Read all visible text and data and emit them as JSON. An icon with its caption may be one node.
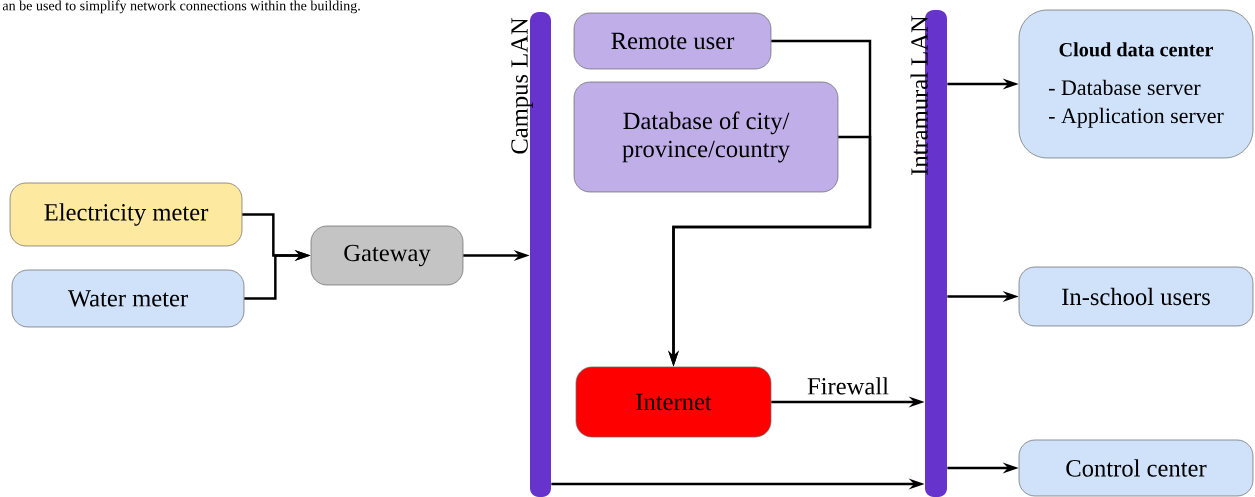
{
  "diagram": {
    "nodes": [
      {
        "text": [
          "Electricity meter"
        ]
      },
      {
        "text": [
          "Water meter"
        ]
      },
      {
        "text": [
          "Gateway"
        ]
      },
      {
        "text": [
          "Campus LAN"
        ]
      },
      {
        "text": [
          "Remote user"
        ]
      },
      {
        "text": [
          "Database of city/ province/country"
        ]
      },
      {
        "text": [
          "Internet"
        ]
      },
      {
        "text": [
          "Intramural LAN"
        ]
      },
      {
        "text": [
          "Cloud data center",
          "- Database server",
          "- Application server"
        ]
      },
      {
        "text": [
          "In-school users"
        ]
      },
      {
        "text": [
          "Control center"
        ]
      }
    ],
    "edges": [
      {
        "from": 0,
        "to": 2,
        "arrow": "to"
      },
      {
        "from": 1,
        "to": 2,
        "arrow": "to"
      },
      {
        "from": 2,
        "to": 3,
        "arrow": "to"
      },
      {
        "from": 4,
        "to": 6,
        "arrow": "to"
      },
      {
        "from": 5,
        "to": 6,
        "arrow": "to"
      },
      {
        "from": 6,
        "to": 7,
        "arrow": "to",
        "label": "Firewall"
      },
      {
        "from": 3,
        "to": 7,
        "arrow": "to"
      },
      {
        "from": 7,
        "to": 8,
        "arrow": "to"
      },
      {
        "from": 7,
        "to": 9,
        "arrow": "to"
      },
      {
        "from": 7,
        "to": 10,
        "arrow": "to"
      }
    ],
    "labels": [
      "an be used to simplify network connections within the building."
    ]
  }
}
